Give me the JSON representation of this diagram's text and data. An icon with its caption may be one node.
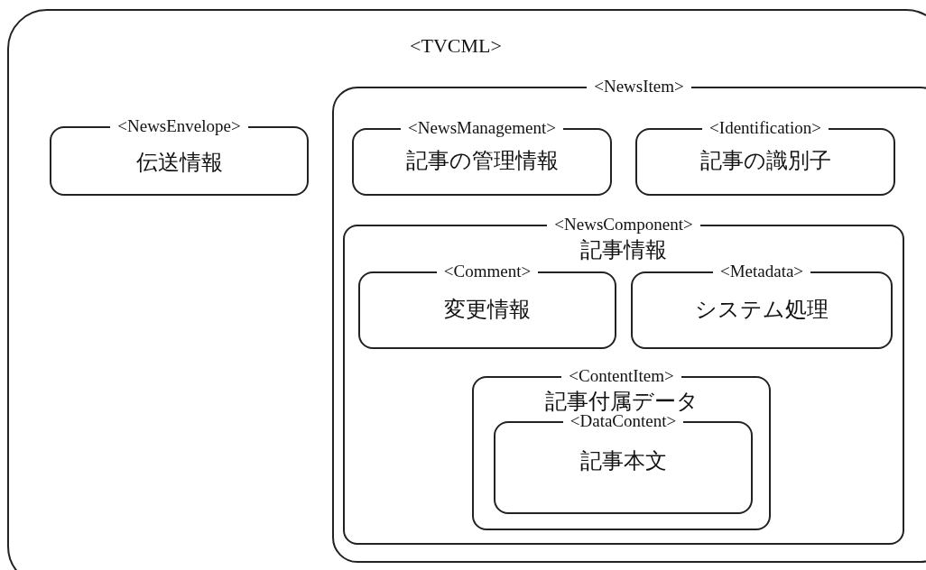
{
  "diagram": {
    "nodes": [
      {
        "text": [
          "<TVCML>"
        ]
      },
      {
        "text": [
          "<NewsEnvelope>",
          "伝送情報"
        ],
        "in": 0
      },
      {
        "text": [
          "<NewsItem>"
        ],
        "in": 0
      },
      {
        "text": [
          "<NewsManagement>",
          "記事の管理情報"
        ],
        "in": 2
      },
      {
        "text": [
          "<Identification>",
          "記事の識別子"
        ],
        "in": 2
      },
      {
        "text": [
          "<NewsComponent>",
          "記事情報"
        ],
        "in": 2
      },
      {
        "text": [
          "<Comment>",
          "変更情報"
        ],
        "in": 5
      },
      {
        "text": [
          "<Metadata>",
          "システム処理"
        ],
        "in": 5
      },
      {
        "text": [
          "<ContentItem>",
          "記事付属データ"
        ],
        "in": 5
      },
      {
        "text": [
          "<DataContent>",
          "記事本文"
        ],
        "in": 8
      }
    ]
  }
}
